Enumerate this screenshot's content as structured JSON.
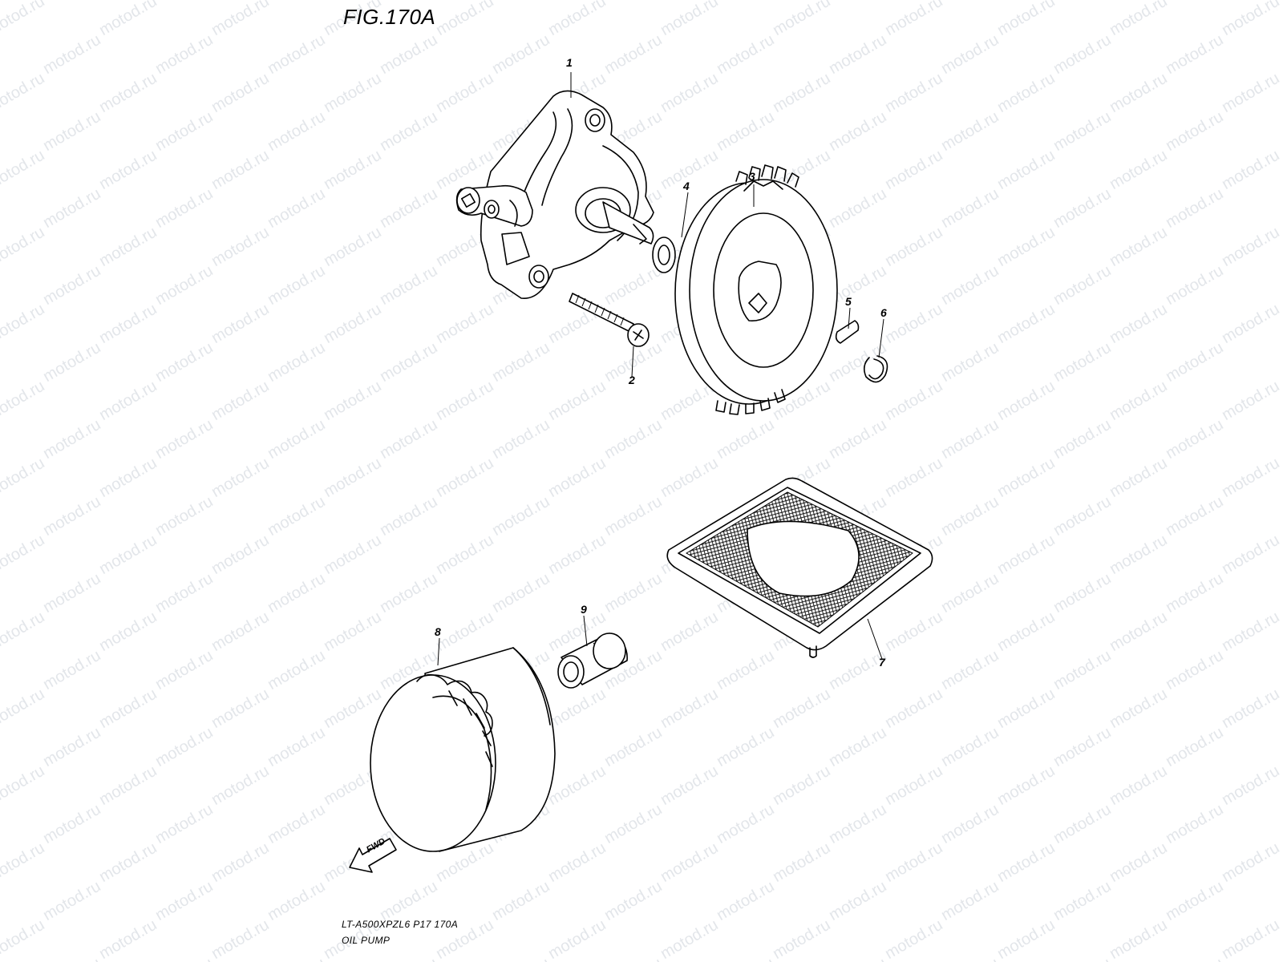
{
  "header": {
    "figure_title": "FIG.170A"
  },
  "footer": {
    "model_code": "LT-A500XPZL6  P17  170A",
    "section_name": "OIL PUMP"
  },
  "watermark": {
    "text": "motod.ru",
    "color": "#e3e6ea"
  },
  "direction_arrow": {
    "label": "FWD"
  },
  "callouts": [
    {
      "ref": "1",
      "part": "oil-pump-assembly"
    },
    {
      "ref": "2",
      "part": "screw"
    },
    {
      "ref": "3",
      "part": "oil-pump-driven-gear"
    },
    {
      "ref": "4",
      "part": "washer"
    },
    {
      "ref": "5",
      "part": "pin"
    },
    {
      "ref": "6",
      "part": "circlip"
    },
    {
      "ref": "7",
      "part": "oil-strainer"
    },
    {
      "ref": "8",
      "part": "oil-filter"
    },
    {
      "ref": "9",
      "part": "oil-filter-union"
    }
  ]
}
